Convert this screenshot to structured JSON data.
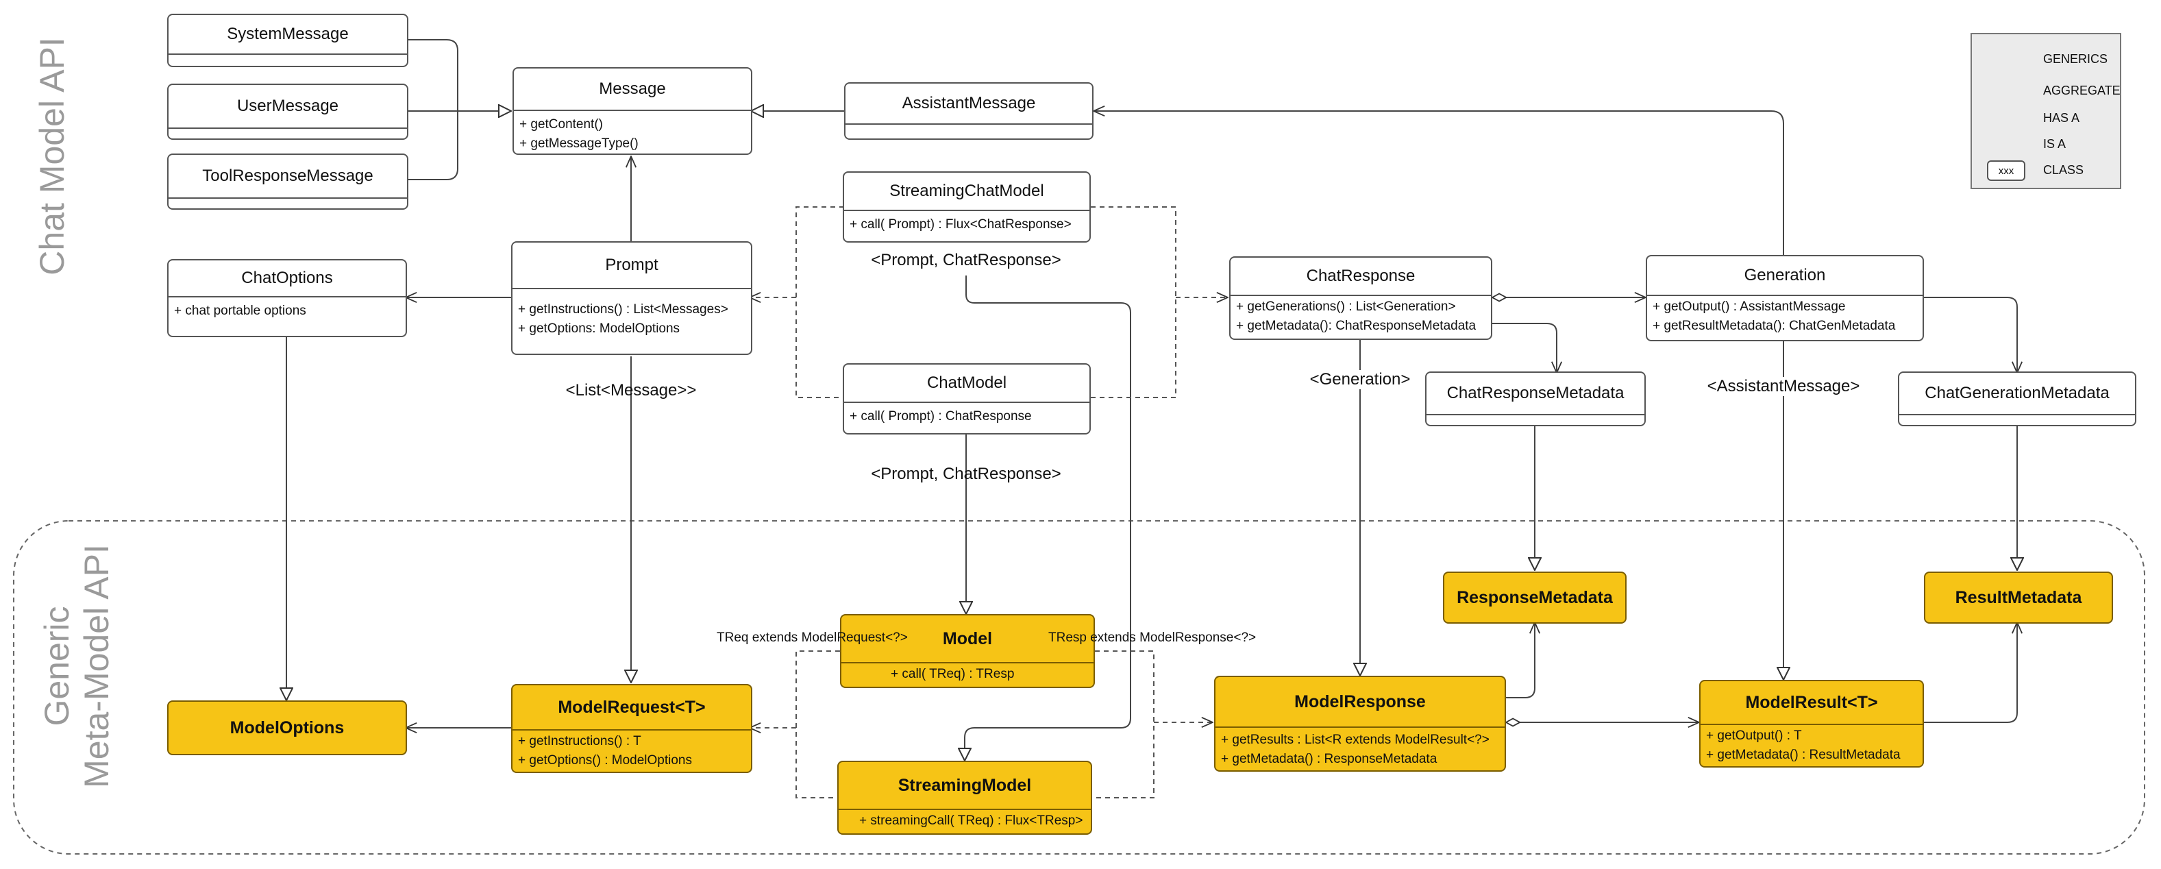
{
  "sections": {
    "chat_model_api": "Chat Model API",
    "generic_line1": "Generic",
    "generic_line2": "Meta-Model API"
  },
  "classes": {
    "system_message": {
      "name": "SystemMessage"
    },
    "user_message": {
      "name": "UserMessage"
    },
    "tool_response_message": {
      "name": "ToolResponseMessage"
    },
    "message": {
      "name": "Message",
      "ops": [
        "+ getContent()",
        "+ getMessageType()"
      ]
    },
    "assistant_message": {
      "name": "AssistantMessage"
    },
    "streaming_chat_model": {
      "name": "StreamingChatModel",
      "ops": [
        "+ call( Prompt) : Flux<ChatResponse>"
      ]
    },
    "chat_options": {
      "name": "ChatOptions",
      "ops": [
        "+ chat portable options"
      ]
    },
    "prompt": {
      "name": "Prompt",
      "ops": [
        "+ getInstructions() : List<Messages>",
        "+ getOptions: ModelOptions"
      ]
    },
    "chat_model": {
      "name": "ChatModel",
      "ops": [
        "+ call( Prompt) : ChatResponse"
      ]
    },
    "chat_response": {
      "name": "ChatResponse",
      "ops": [
        "+ getGenerations() : List<Generation>",
        "+ getMetadata(): ChatResponseMetadata"
      ]
    },
    "generation": {
      "name": "Generation",
      "ops": [
        "+ getOutput() : AssistantMessage",
        "+ getResultMetadata(): ChatGenMetadata"
      ]
    },
    "chat_response_metadata": {
      "name": "ChatResponseMetadata"
    },
    "chat_generation_metadata": {
      "name": "ChatGenerationMetadata"
    },
    "response_metadata": {
      "name": "ResponseMetadata"
    },
    "result_metadata": {
      "name": "ResultMetadata"
    },
    "model": {
      "name": "Model",
      "ops": [
        "+ call( TReq) : TResp"
      ]
    },
    "model_options": {
      "name": "ModelOptions"
    },
    "model_request": {
      "name": "ModelRequest<T>",
      "ops": [
        "+ getInstructions() : T",
        "+ getOptions() : ModelOptions"
      ]
    },
    "model_response": {
      "name": "ModelResponse",
      "ops": [
        "+ getResults : List<R extends ModelResult<?>",
        "+ getMetadata() : ResponseMetadata"
      ]
    },
    "model_result": {
      "name": "ModelResult<T>",
      "ops": [
        "+ getOutput() : T",
        "+ getMetadata() : ResultMetadata"
      ]
    },
    "streaming_model": {
      "name": "StreamingModel",
      "ops": [
        "+ streamingCall( TReq) : Flux<TResp>"
      ]
    }
  },
  "labels": {
    "prompt_chatresponse_1": "<Prompt, ChatResponse>",
    "list_message": "<List<Message>>",
    "prompt_chatresponse_2": "<Prompt, ChatResponse>",
    "generation_generic": "<Generation>",
    "assistant_message_generic": "<AssistantMessage>",
    "treq": "TReq extends ModelRequest<?>",
    "tresp": "TResp extends ModelResponse<?>"
  },
  "legend": {
    "generics": "GENERICS",
    "aggregate": "AGGREGATE",
    "has_a": "HAS A",
    "is_a": "IS A",
    "class_box": "xxx",
    "class": "CLASS"
  }
}
